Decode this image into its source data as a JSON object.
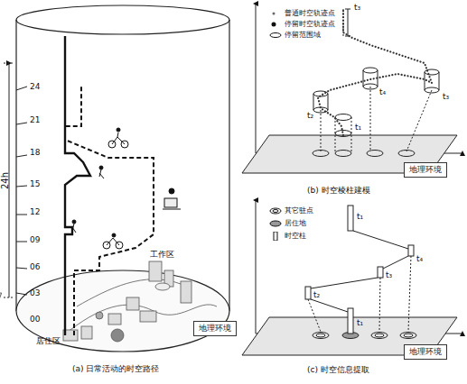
{
  "diagram": {
    "nodes": [
      {
        "text": [
          "地理环境"
        ]
      },
      {
        "text": [
          "地理环境"
        ]
      },
      {
        "text": [
          "地理环境"
        ]
      }
    ],
    "edges": [],
    "labels": [
      "24h",
      "24",
      "21",
      "18",
      "15",
      "12",
      "09",
      "06",
      "03",
      "00",
      "工作区",
      "居住区",
      "(a) 日常活动的时空路径",
      "t₃",
      "t₃",
      "t₄",
      "t₂",
      "t₁",
      "(b) 时空棱柱建模",
      "t₁",
      "t₄",
      "t₃",
      "t₂",
      "t₁",
      "(c) 时空信息提取"
    ],
    "legend": [
      {
        "text": "普通时空轨迹点"
      },
      {
        "text": "停留时空轨迹点"
      },
      {
        "text": "停留范围域"
      },
      {
        "text": "其它驻点"
      },
      {
        "text": "居住地"
      },
      {
        "text": "时空柱"
      }
    ]
  }
}
